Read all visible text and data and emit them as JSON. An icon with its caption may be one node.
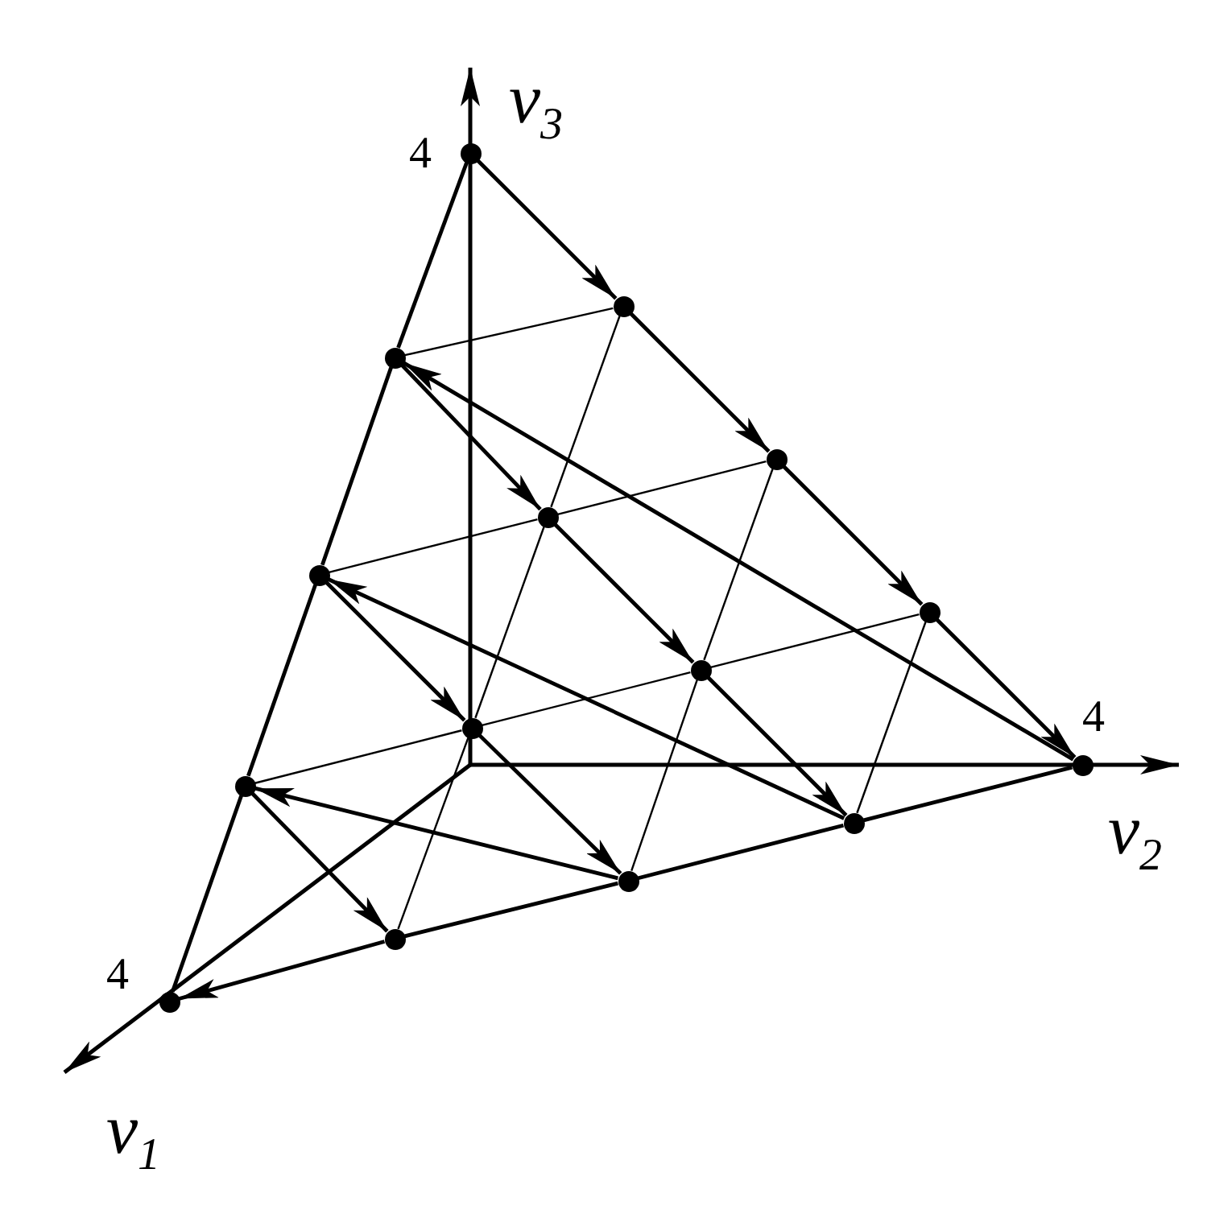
{
  "diagram": {
    "nodes": [
      {
        "text": [],
        "shape": "circle",
        "beside": [
          "4"
        ]
      },
      {
        "text": [],
        "shape": "circle"
      },
      {
        "text": [],
        "shape": "circle"
      },
      {
        "text": [],
        "shape": "circle"
      },
      {
        "text": [],
        "shape": "circle"
      },
      {
        "text": [],
        "shape": "circle"
      },
      {
        "text": [],
        "shape": "circle"
      },
      {
        "text": [],
        "shape": "circle"
      },
      {
        "text": [],
        "shape": "circle"
      },
      {
        "text": [],
        "shape": "circle",
        "beside": [
          "4"
        ]
      },
      {
        "text": [],
        "shape": "circle"
      },
      {
        "text": [],
        "shape": "circle"
      },
      {
        "text": [],
        "shape": "circle"
      },
      {
        "text": [],
        "shape": "circle"
      },
      {
        "text": [],
        "shape": "circle",
        "beside": [
          "4"
        ]
      }
    ],
    "edges": [
      {
        "from": 0,
        "to": 1,
        "arrow": "to"
      },
      {
        "from": 1,
        "to": 3,
        "arrow": "to"
      },
      {
        "from": 3,
        "to": 6,
        "arrow": "to"
      },
      {
        "from": 6,
        "to": 9,
        "arrow": "to"
      },
      {
        "from": 9,
        "to": 2,
        "arrow": "to"
      },
      {
        "from": 2,
        "to": 4,
        "arrow": "to"
      },
      {
        "from": 4,
        "to": 7,
        "arrow": "to"
      },
      {
        "from": 7,
        "to": 11,
        "arrow": "to"
      },
      {
        "from": 11,
        "to": 5,
        "arrow": "to"
      },
      {
        "from": 5,
        "to": 8,
        "arrow": "to"
      },
      {
        "from": 8,
        "to": 12,
        "arrow": "to"
      },
      {
        "from": 12,
        "to": 10,
        "arrow": "to"
      },
      {
        "from": 10,
        "to": 13,
        "arrow": "to"
      },
      {
        "from": 13,
        "to": 14,
        "arrow": "to"
      },
      {
        "from": 0,
        "to": 2,
        "arrow": "none"
      },
      {
        "from": 2,
        "to": 5,
        "arrow": "none"
      },
      {
        "from": 5,
        "to": 10,
        "arrow": "none"
      },
      {
        "from": 10,
        "to": 14,
        "arrow": "none"
      },
      {
        "from": 13,
        "to": 12,
        "arrow": "none"
      },
      {
        "from": 12,
        "to": 11,
        "arrow": "none"
      },
      {
        "from": 11,
        "to": 9,
        "arrow": "none"
      },
      {
        "from": 2,
        "to": 1,
        "arrow": "none"
      },
      {
        "from": 5,
        "to": 4,
        "arrow": "none"
      },
      {
        "from": 4,
        "to": 3,
        "arrow": "none"
      },
      {
        "from": 10,
        "to": 8,
        "arrow": "none"
      },
      {
        "from": 8,
        "to": 7,
        "arrow": "none"
      },
      {
        "from": 7,
        "to": 6,
        "arrow": "none"
      },
      {
        "from": 1,
        "to": 4,
        "arrow": "none"
      },
      {
        "from": 4,
        "to": 8,
        "arrow": "none"
      },
      {
        "from": 8,
        "to": 13,
        "arrow": "none"
      },
      {
        "from": 3,
        "to": 7,
        "arrow": "none"
      },
      {
        "from": 7,
        "to": 12,
        "arrow": "none"
      },
      {
        "from": 6,
        "to": 11,
        "arrow": "none"
      }
    ],
    "labels": [
      "v$_{3}$",
      "v$_{2}$",
      "v$_{1}$"
    ]
  }
}
